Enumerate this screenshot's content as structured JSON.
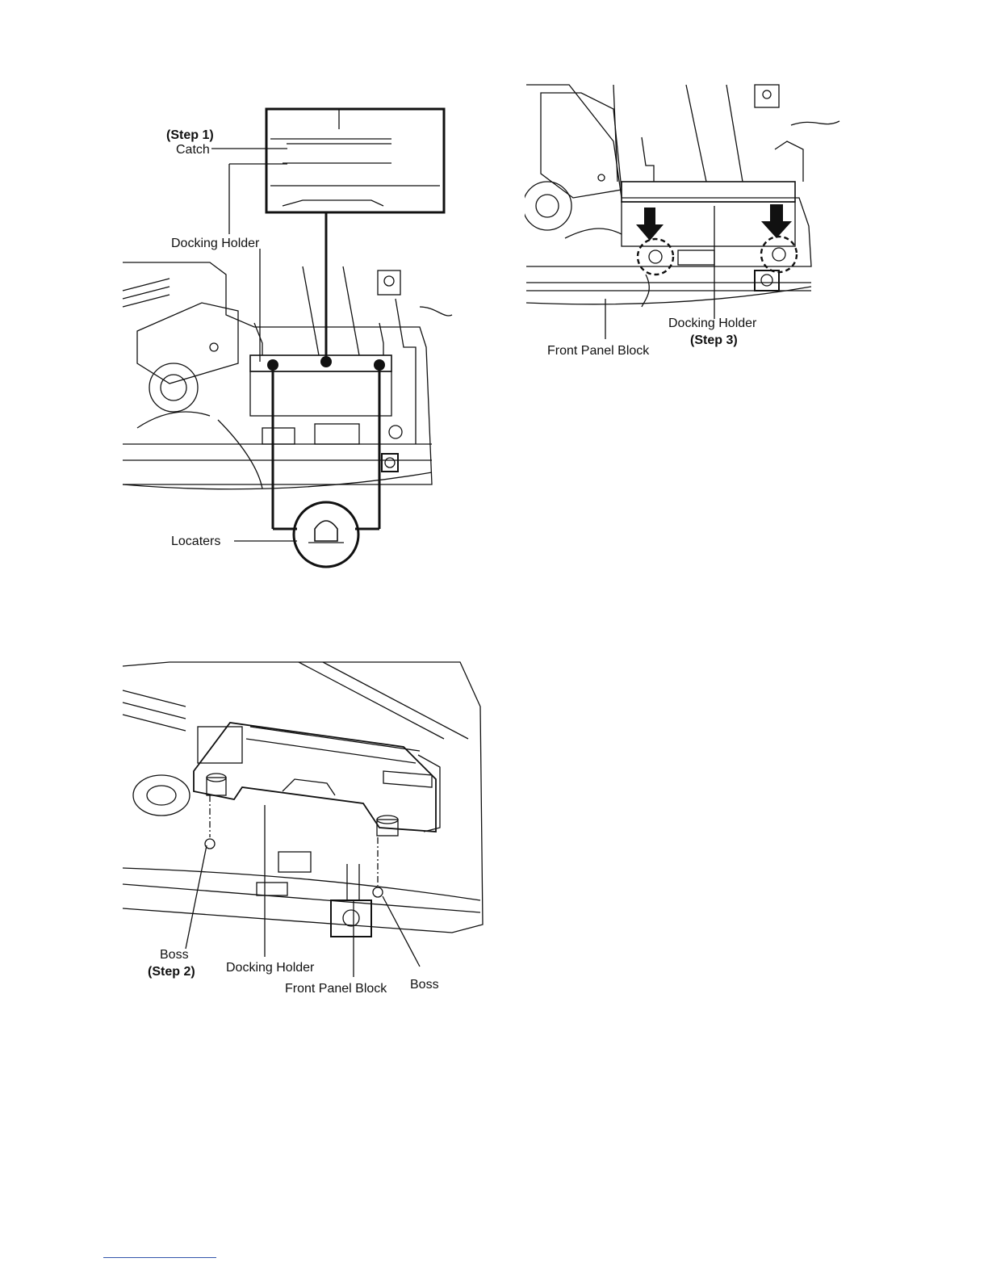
{
  "figures": {
    "step1": {
      "step_label": "(Step 1)",
      "catch_label": "Catch",
      "docking_holder_label": "Docking Holder",
      "locaters_label": "Locaters"
    },
    "step2": {
      "boss_label": "Boss",
      "step_label": "(Step 2)",
      "docking_holder_label": "Docking Holder",
      "front_panel_label": "Front Panel Block",
      "boss_right_label": "Boss"
    },
    "step3": {
      "docking_holder_label": "Docking Holder",
      "step_label": "(Step 3)",
      "front_panel_label": "Front Panel Block"
    }
  },
  "colors": {
    "line": "#111111",
    "footer_rule": "#3355aa"
  }
}
